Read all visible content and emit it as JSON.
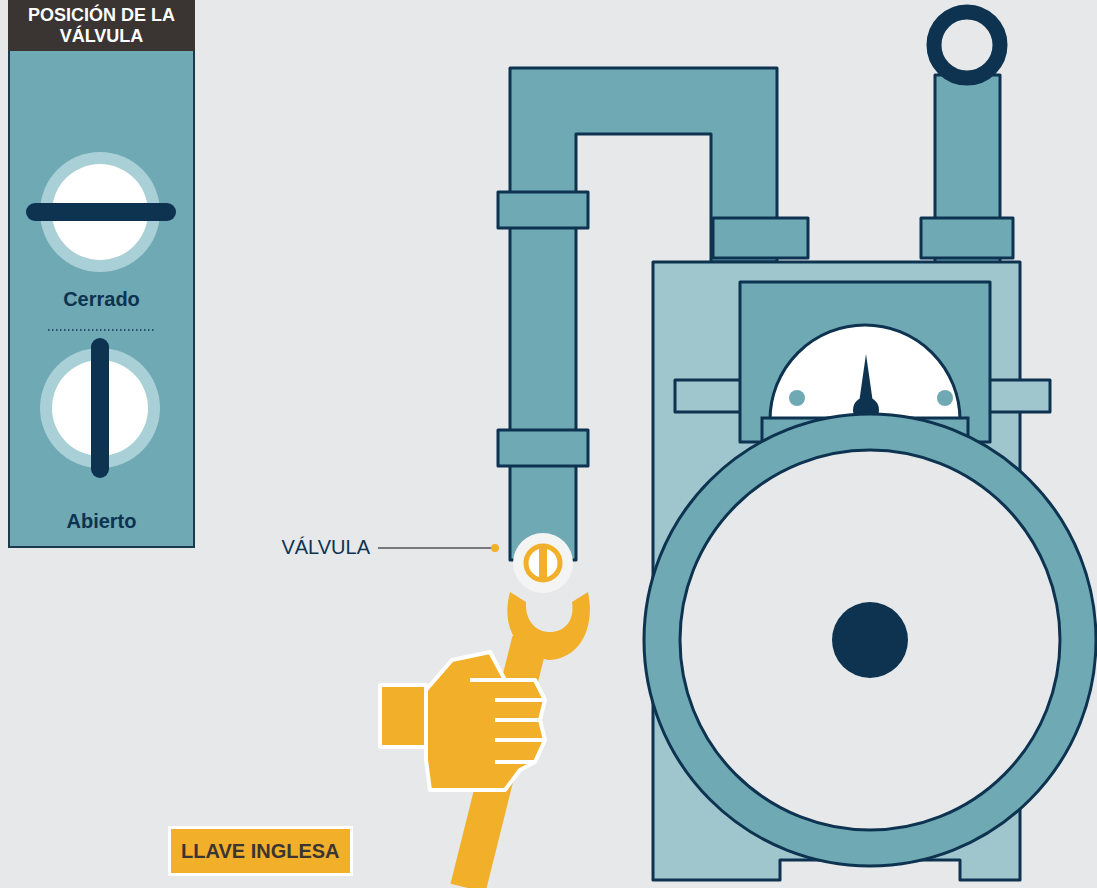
{
  "diagram": {
    "nodes": [
      {
        "text": [
          "POSICIÓN DE LA VÁLVULA",
          "Cerrado",
          "Abierto"
        ]
      },
      {
        "text": [
          "LLAVE INGLESA"
        ]
      }
    ],
    "labels": [
      "VÁLVULA"
    ]
  }
}
